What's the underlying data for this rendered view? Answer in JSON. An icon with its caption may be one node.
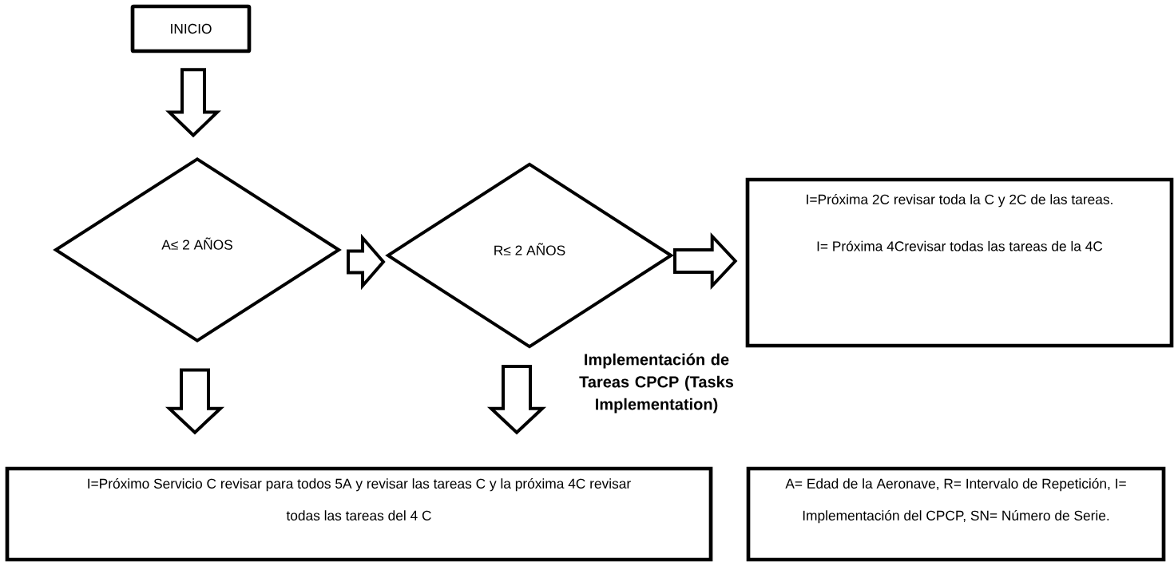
{
  "diagram": {
    "nodes": [
      {
        "text": [
          "INICIO"
        ]
      },
      {
        "text": [
          "A≤ 2 AÑOS"
        ]
      },
      {
        "text": [
          "R≤ 2 AÑOS"
        ]
      },
      {
        "text": [
          "I=Próxima 2C revisar toda la C y 2C de las tareas.",
          "I= Próxima 4Crevisar todas las tareas de la 4C"
        ]
      },
      {
        "text": [
          "I=Próximo Servicio C revisar para todos 5A y revisar las tareas C y la próxima 4C revisar todas las tareas del 4 C"
        ]
      },
      {
        "text": [
          "A= Edad de la Aeronave, R= Intervalo de Repetición, I= Implementación del CPCP, SN= Número de Serie."
        ]
      }
    ],
    "edges": [
      {
        "from": 0,
        "to": 1,
        "arrow": "to"
      },
      {
        "from": 1,
        "to": 2,
        "arrow": "to"
      },
      {
        "from": 2,
        "to": 3,
        "arrow": "to"
      },
      {
        "from": 1,
        "to": 4,
        "arrow": "to"
      },
      {
        "from": 2,
        "to": 4,
        "arrow": "to"
      }
    ],
    "labels": [
      "Implementación de Tareas CPCP (Tasks Implementation)"
    ]
  }
}
